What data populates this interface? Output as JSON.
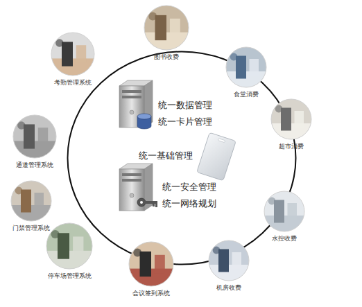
{
  "diagram": {
    "nodes": [
      {
        "text": [
          "统一数据管理",
          "统一卡片管理",
          "统一基础管理",
          "统一安全管理",
          "统一网络规划"
        ]
      },
      {
        "text": [
          "图书收费"
        ]
      },
      {
        "text": [
          "考勤管理系统"
        ]
      },
      {
        "text": [
          "食堂消费"
        ]
      },
      {
        "text": [
          "超市消费"
        ]
      },
      {
        "text": [
          "通道管理系统"
        ]
      },
      {
        "text": [
          "门禁管理系统"
        ]
      },
      {
        "text": [
          "水控收费"
        ]
      },
      {
        "text": [
          "停车场管理系统"
        ]
      },
      {
        "text": [
          "会议签到系统"
        ]
      },
      {
        "text": [
          "机房收费"
        ]
      }
    ]
  }
}
